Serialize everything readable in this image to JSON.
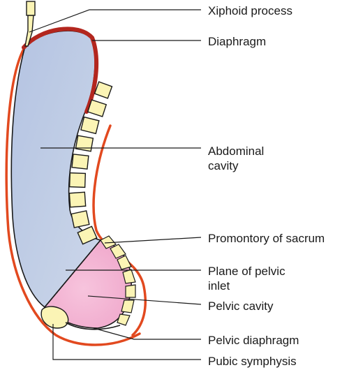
{
  "labels": {
    "xiphoid": "Xiphoid process",
    "diaphragm": "Diaphragm",
    "abdominal_line1": "Abdominal",
    "abdominal_line2": "cavity",
    "promontory": "Promontory of sacrum",
    "plane_line1": "Plane of pelvic",
    "plane_line2": "inlet",
    "pelvic_cavity": "Pelvic cavity",
    "pelvic_diaphragm": "Pelvic diaphragm",
    "pubic_symphysis": "Pubic symphysis"
  },
  "colors": {
    "outline": "#e2491f",
    "diaphragm": "#b3261e",
    "abdominal_fill_top": "#b9c8e2",
    "abdominal_fill_bottom": "#c9d3e8",
    "pelvic_fill": "#f4b6d4",
    "bone_fill": "#fbf4b5",
    "stroke": "#1a1a1a"
  }
}
